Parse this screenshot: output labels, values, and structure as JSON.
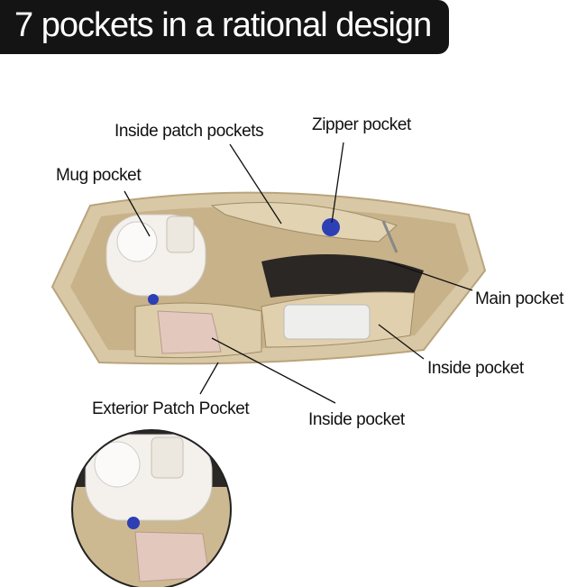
{
  "title": "7 pockets in a rational design",
  "labels": {
    "inside_patch_pockets": "Inside patch pockets",
    "zipper_pocket": "Zipper pocket",
    "mug_pocket": "Mug pocket",
    "main_pocket": "Main pocket",
    "inside_pocket_right": "Inside pocket",
    "exterior_patch_pocket": "Exterior Patch Pocket",
    "inside_pocket_bottom": "Inside pocket"
  },
  "colors": {
    "banner": "#141414",
    "felt": "#d9c8a6",
    "felt_dark": "#b9a47c",
    "accent_blue": "#2c3fb5"
  }
}
